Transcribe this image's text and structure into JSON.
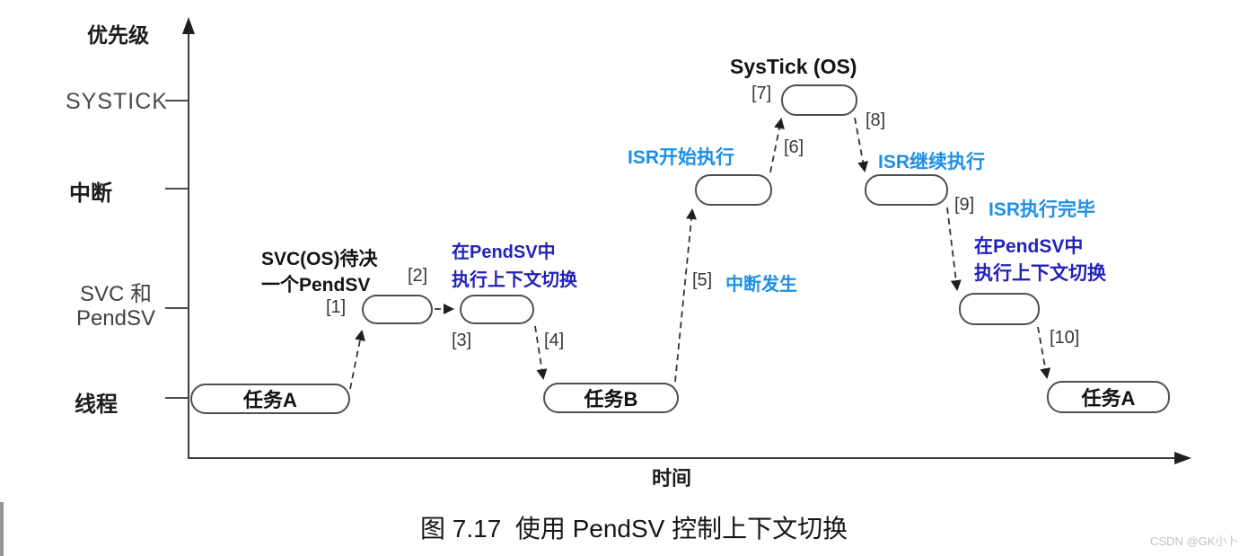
{
  "colors": {
    "annotation_dark_blue": "#2222bb",
    "annotation_bright_blue": "#1e8fe6",
    "diagram_line": "#3a3a3a"
  },
  "axis": {
    "y_title": "优先级",
    "x_title": "时间",
    "levels": {
      "systick": "SYSTICK",
      "interrupt": "中断",
      "svc_pendsv": "SVC 和\nPendSV",
      "thread": "线程"
    }
  },
  "boxes": {
    "task_a_left": "任务A",
    "task_b": "任务B",
    "task_a_right": "任务A"
  },
  "steps": {
    "s1": "[1]",
    "s2": "[2]",
    "s3": "[3]",
    "s4": "[4]",
    "s5": "[5]",
    "s6": "[6]",
    "s7": "[7]",
    "s8": "[8]",
    "s9": "[9]",
    "s10": "[10]"
  },
  "annotations": {
    "svc_pending": "SVC(OS)待决\n一个PendSV",
    "pendsv_switch_left": "在PendSV中\n执行上下文切换",
    "isr_start": "ISR开始执行",
    "systick_os": "SysTick (OS)",
    "interrupt_occurs": "中断发生",
    "isr_continue": "ISR继续执行",
    "isr_done": "ISR执行完毕",
    "pendsv_switch_right": "在PendSV中\n执行上下文切换"
  },
  "caption": "图 7.17  使用 PendSV 控制上下文切换",
  "watermark": "CSDN @GK小卜"
}
